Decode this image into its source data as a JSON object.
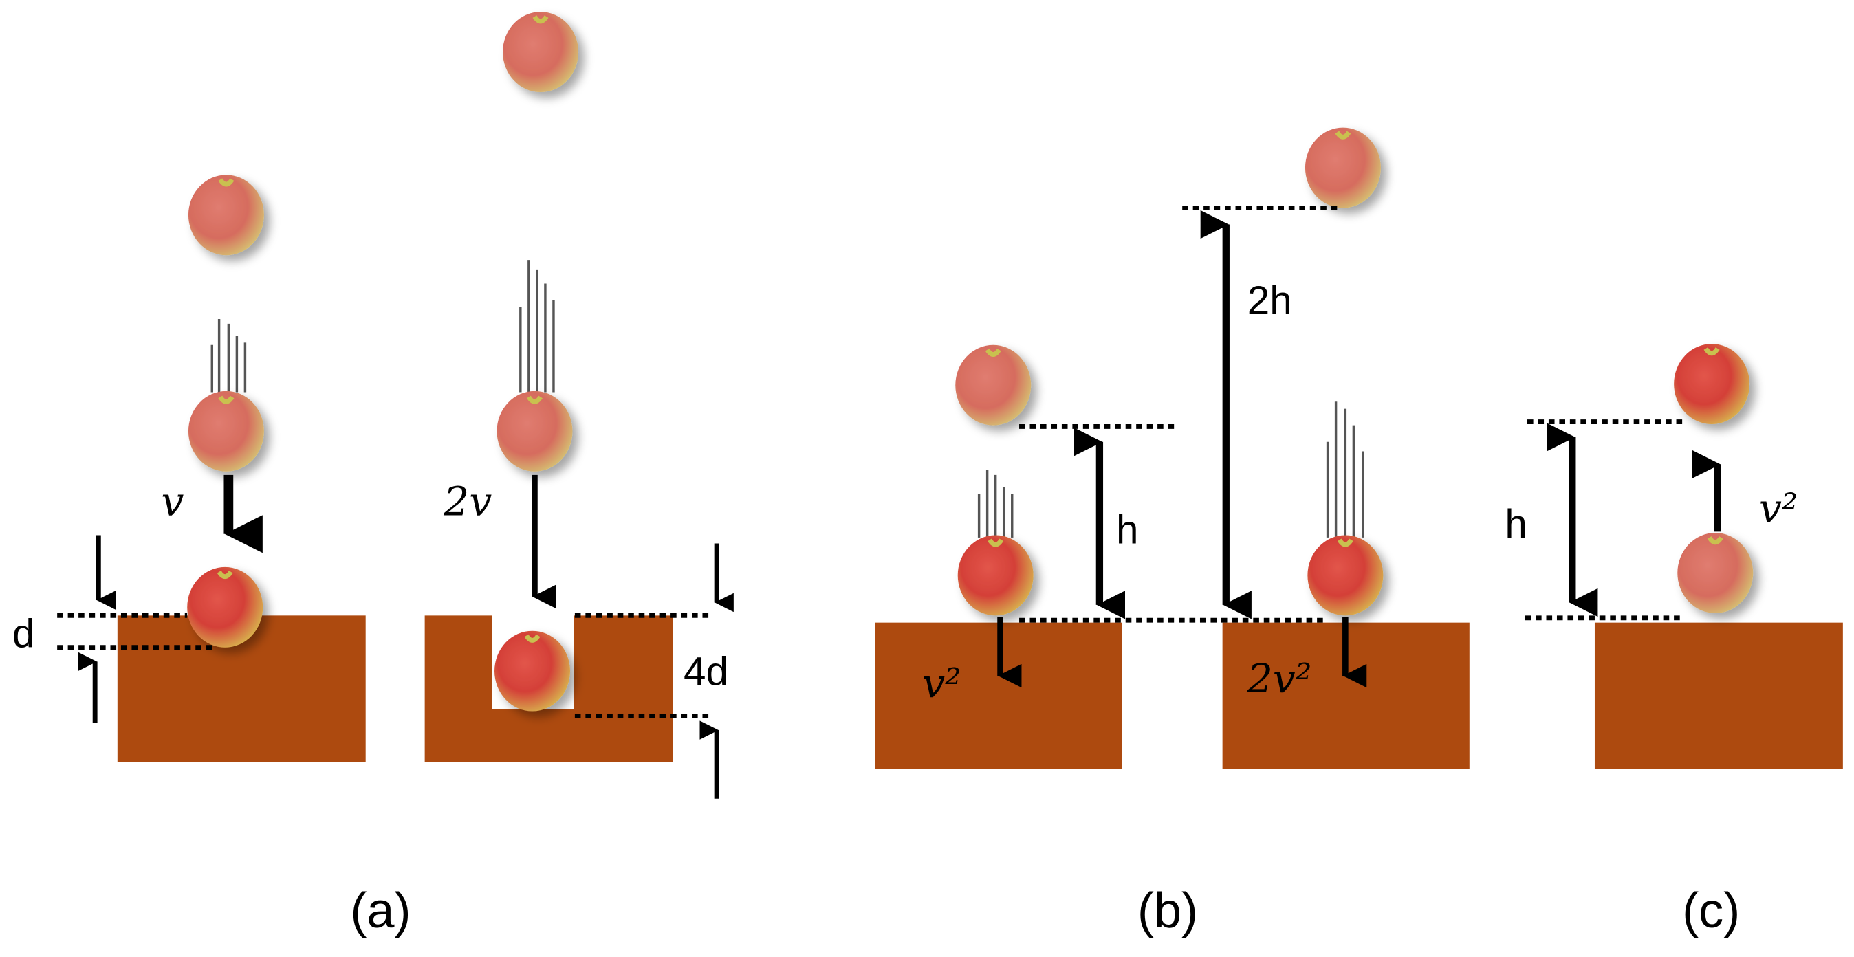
{
  "colors": {
    "ground": "#AD4A0F",
    "line": "#000000",
    "apple_red": "#D8413A",
    "apple_yellow": "#D9C45A",
    "motion_lines": "#555555"
  },
  "panels": {
    "a": {
      "caption": "(a)",
      "left": {
        "velocity_label": "v",
        "depth_label": "d"
      },
      "right": {
        "velocity_label": "2v",
        "depth_label": "4d"
      }
    },
    "b": {
      "caption": "(b)",
      "left": {
        "height_label": "h",
        "impulse_label": "v²"
      },
      "right": {
        "height_label": "2h",
        "impulse_label": "2v²"
      }
    },
    "c": {
      "caption": "(c)",
      "height_label": "h",
      "velocity_label": "v²"
    }
  }
}
